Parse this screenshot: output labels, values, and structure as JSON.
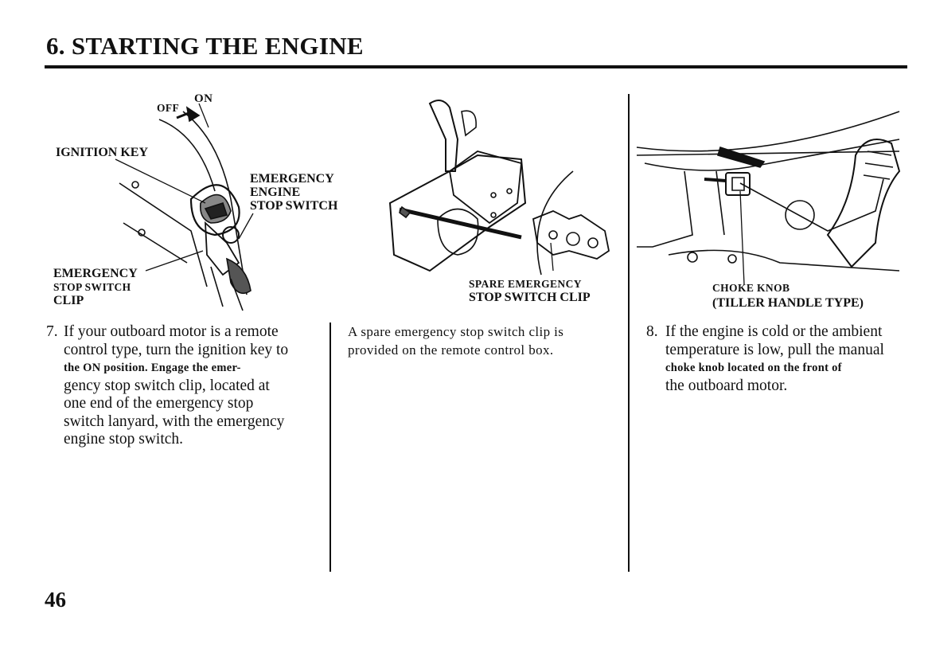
{
  "page": {
    "section_title": "6. STARTING THE ENGINE",
    "page_number": "46"
  },
  "figure1": {
    "off": "OFF",
    "on": "ON",
    "ignition_key": "IGNITION KEY",
    "engine_stop_switch": [
      "EMERGENCY",
      "ENGINE",
      "STOP SWITCH"
    ],
    "stop_switch_clip": [
      "EMERGENCY",
      "STOP SWITCH",
      "CLIP"
    ]
  },
  "figure2": {
    "spare_clip": [
      "SPARE EMERGENCY",
      "STOP SWITCH CLIP"
    ]
  },
  "figure3": {
    "choke_knob": [
      "CHOKE KNOB",
      "(TILLER HANDLE TYPE)"
    ]
  },
  "col1": {
    "number": "7.",
    "lines": [
      "If your outboard motor is a remote",
      "control type, turn the ignition key to",
      "the ON position. Engage the emer-",
      "gency stop switch clip, located at",
      "one end of the emergency stop",
      "switch lanyard, with the emergency",
      "engine stop switch."
    ]
  },
  "col2": {
    "lines": [
      "A spare emergency stop switch clip is",
      "provided on the remote control box."
    ]
  },
  "col3": {
    "number": "8.",
    "lines": [
      "If the engine is cold or the ambient",
      "temperature is low, pull the manual",
      "choke knob located on the front of",
      "the outboard motor."
    ]
  },
  "icons": {
    "ignition_illustration": "ignition-switch-illustration-icon",
    "remote_box_illustration": "remote-control-box-illustration-icon",
    "choke_illustration": "choke-knob-illustration-icon"
  }
}
